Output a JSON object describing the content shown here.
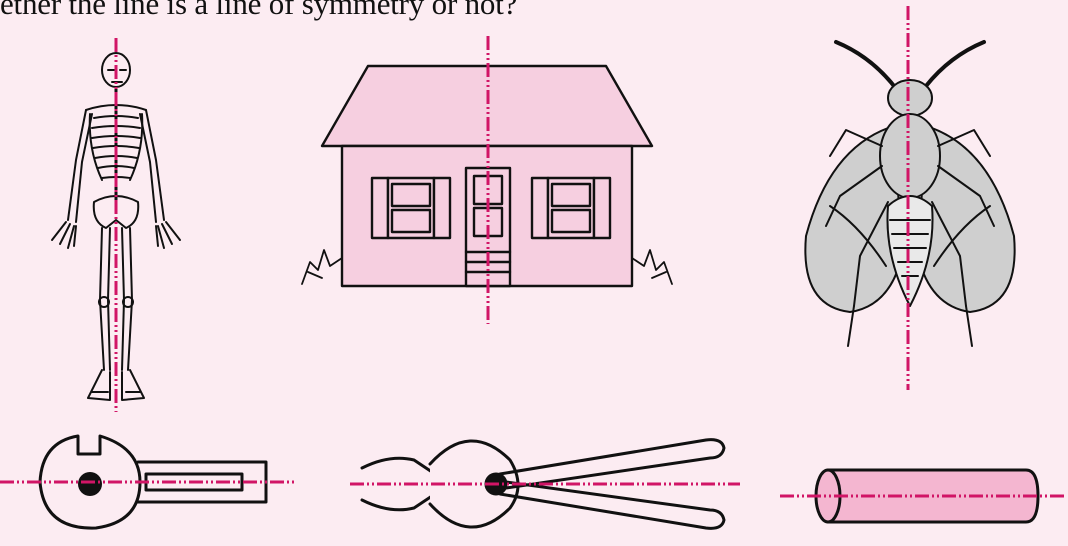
{
  "question": {
    "text": "ether the line is a line of symmetry or not?"
  },
  "figures": [
    {
      "name": "skeleton",
      "line": "vertical"
    },
    {
      "name": "house",
      "line": "vertical"
    },
    {
      "name": "insect",
      "line": "vertical"
    },
    {
      "name": "key",
      "line": "horizontal"
    },
    {
      "name": "tongs",
      "line": "horizontal"
    },
    {
      "name": "cylinder",
      "line": "horizontal"
    }
  ],
  "colors": {
    "background": "#fcecf2",
    "symmetry_line": "#d11566",
    "house_fill": "#f6cfe0",
    "insect_wing": "#cfcfcf",
    "cylinder_fill": "#f4b6d0"
  }
}
